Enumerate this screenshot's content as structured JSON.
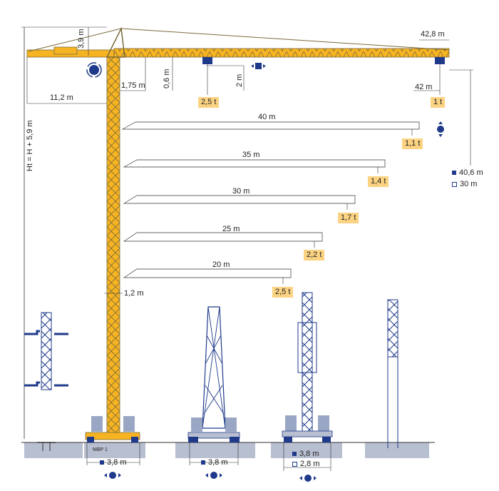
{
  "colors": {
    "crane_yellow": "#f7b422",
    "outline": "#7a6a3a",
    "accent_blue": "#1f3a8a",
    "load_box": "#fcd382",
    "ground": "#b8bfd0",
    "ballast": "#9aa7c4",
    "dim_line": "#333333"
  },
  "dims": {
    "height_label": "Ht = H + 5,9 m",
    "tower_top": "3,9 m",
    "cathead_offset": "1,75 m",
    "trolley_drop": "0,6 m",
    "jib_travel": "2 m",
    "counter_jib": "11,2 m",
    "max_jib_top": "42,8 m",
    "max_jib": "42 m",
    "tower_width": "1,2 m",
    "jib_load": "2,5 t",
    "tip_load": "1 t",
    "model": "MBP 1"
  },
  "jib_configs": [
    {
      "length": "40 m",
      "load": "1,1 t"
    },
    {
      "length": "35 m",
      "load": "1,4 t"
    },
    {
      "length": "30 m",
      "load": "1,7 t"
    },
    {
      "length": "25 m",
      "load": "2,2 t"
    },
    {
      "length": "20 m",
      "load": "2,5 t"
    }
  ],
  "heights": [
    {
      "value": "40,6 m",
      "marker": "filled"
    },
    {
      "value": "30 m",
      "marker": "hollow"
    }
  ],
  "bases": [
    {
      "value": "3,8 m"
    },
    {
      "value": "3,8 m"
    },
    {
      "value": "3,8 m",
      "second": "2,8 m"
    }
  ],
  "icons": [
    "rotation-icon",
    "trolley-travel-icon",
    "hoist-icon",
    "base-travel-icon"
  ]
}
